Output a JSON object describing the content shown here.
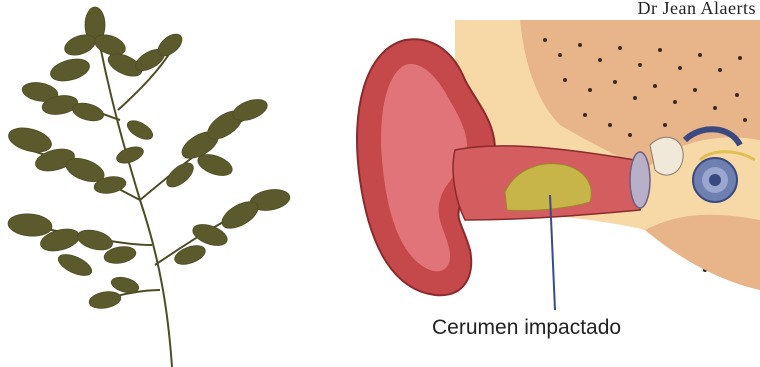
{
  "header": {
    "author": "Dr Jean Alaerts"
  },
  "diagram": {
    "label": "Cerumen impactado"
  },
  "colors": {
    "leaf": "#5b5a2c",
    "skin": "#f5c6a8",
    "ear_red": "#c5484a",
    "bone": "#e6b77a",
    "cerumen": "#c8b54a",
    "inner_blue": "#6f7fb0"
  },
  "icons": [
    "fern-leaf-illustration",
    "ear-anatomy-illustration"
  ]
}
